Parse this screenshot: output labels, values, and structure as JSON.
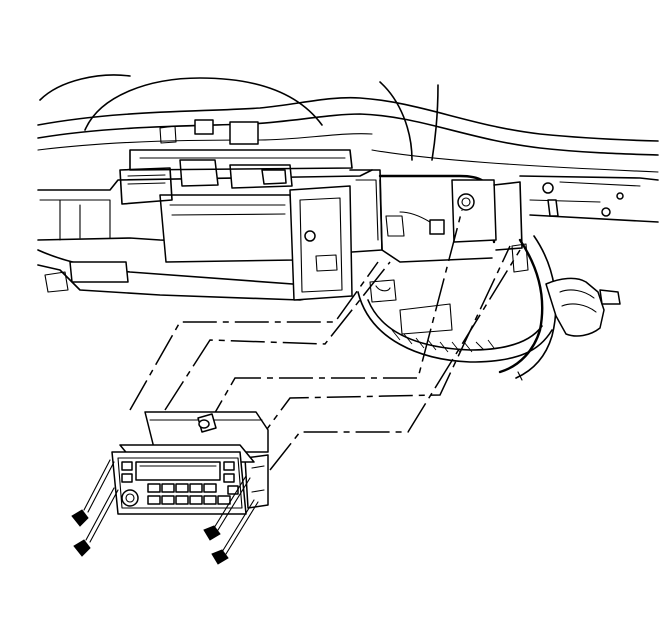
{
  "figure": {
    "components": [
      {
        "name": "instrument-panel-carrier"
      },
      {
        "name": "radio-receiver"
      },
      {
        "name": "radio-mounting-bracket"
      },
      {
        "name": "radio-fasteners",
        "count": 4
      }
    ],
    "colors": {
      "line": "#000000",
      "background": "#ffffff"
    }
  }
}
